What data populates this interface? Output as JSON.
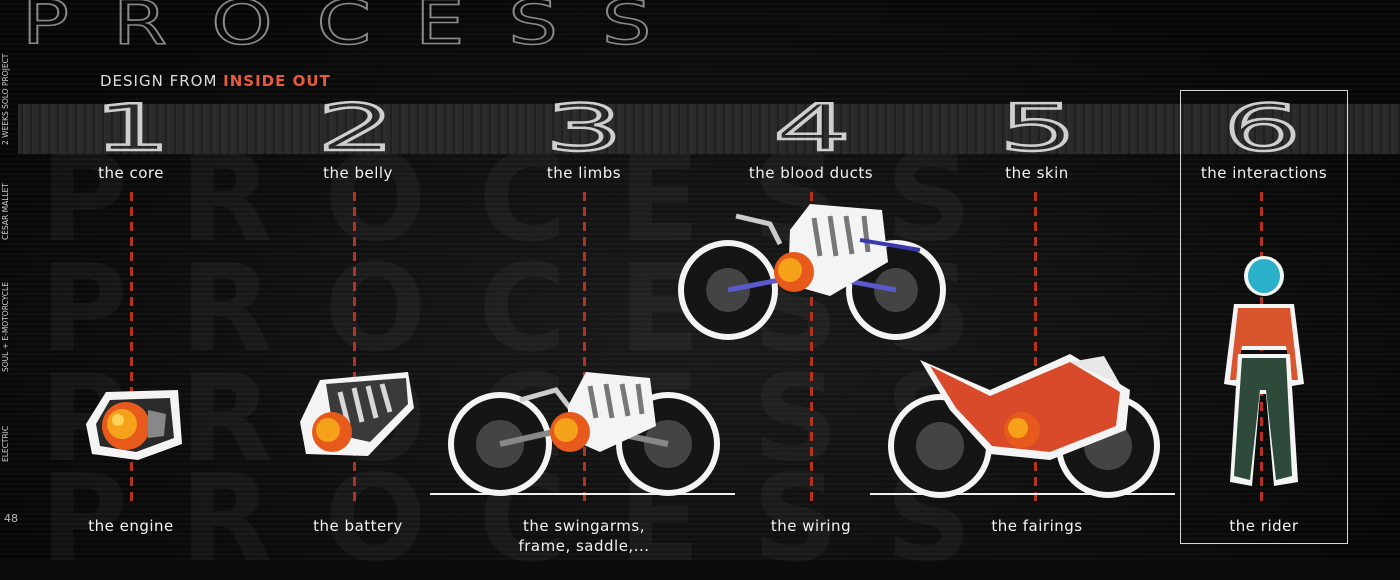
{
  "title": "PROCESS",
  "subtitle": {
    "prefix": "DESIGN FROM ",
    "highlight": "INSIDE OUT"
  },
  "sidebar": {
    "duration": "2 WEEKS SOLO PROJECT",
    "author": "CÉSAR MALLET",
    "project": "SOUL + E-MOTORCYCLE",
    "category": "ELECTRIC"
  },
  "page_number": "48",
  "accent_color": "#e85a3c",
  "steps": [
    {
      "number": "1",
      "title": "the core",
      "caption": "the engine"
    },
    {
      "number": "2",
      "title": "the belly",
      "caption": "the battery"
    },
    {
      "number": "3",
      "title": "the limbs",
      "caption": "the swingarms,",
      "caption2": "frame, saddle,..."
    },
    {
      "number": "4",
      "title": "the blood ducts",
      "caption": "the wiring"
    },
    {
      "number": "5",
      "title": "the skin",
      "caption": "the fairings"
    },
    {
      "number": "6",
      "title": "the interactions",
      "caption": "the rider"
    }
  ],
  "illustrations": [
    "engine-illustration",
    "battery-illustration",
    "frame-bike-illustration",
    "wiring-bike-illustration",
    "fairing-bike-illustration",
    "rider-illustration"
  ]
}
